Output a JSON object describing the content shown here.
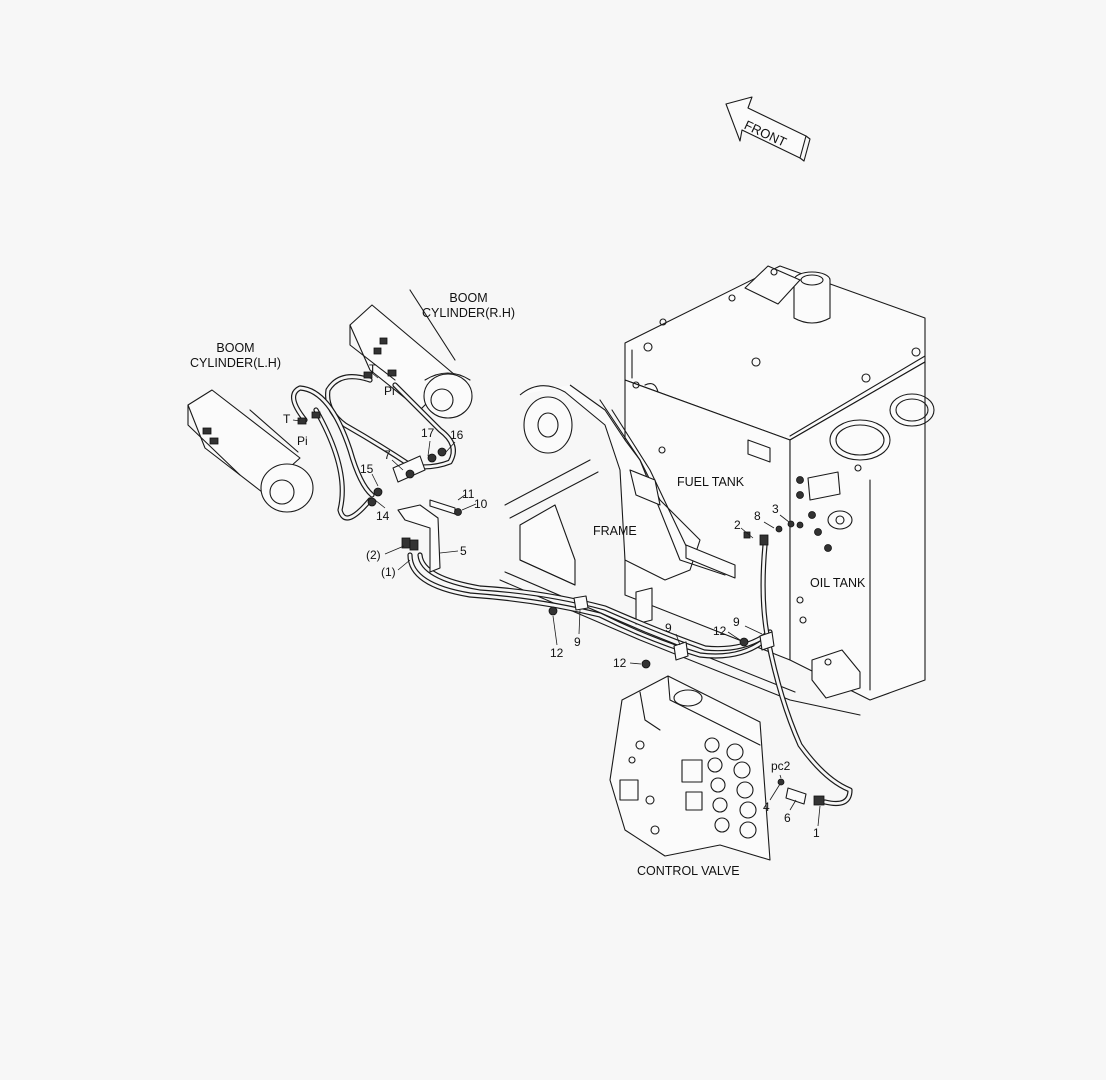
{
  "diagram": {
    "front_marker": "FRONT",
    "components": {
      "boom_cylinder_rh": "BOOM\nCYLINDER(R.H)",
      "boom_cylinder_lh": "BOOM\nCYLINDER(L.H)",
      "fuel_tank": "FUEL TANK",
      "oil_tank": "OIL TANK",
      "frame": "FRAME",
      "control_valve": "CONTROL VALVE"
    },
    "ports": {
      "t_rh": "T",
      "pi_rh": "Pi",
      "t_lh": "T",
      "pi_lh": "Pi",
      "pc2": "pc2"
    },
    "callouts": [
      "17",
      "16",
      "7",
      "15",
      "14",
      "11",
      "10",
      "5",
      "(2)",
      "(1)",
      "2",
      "8",
      "3",
      "9",
      "12",
      "9",
      "9",
      "12",
      "12",
      "9",
      "4",
      "6",
      "1"
    ]
  }
}
